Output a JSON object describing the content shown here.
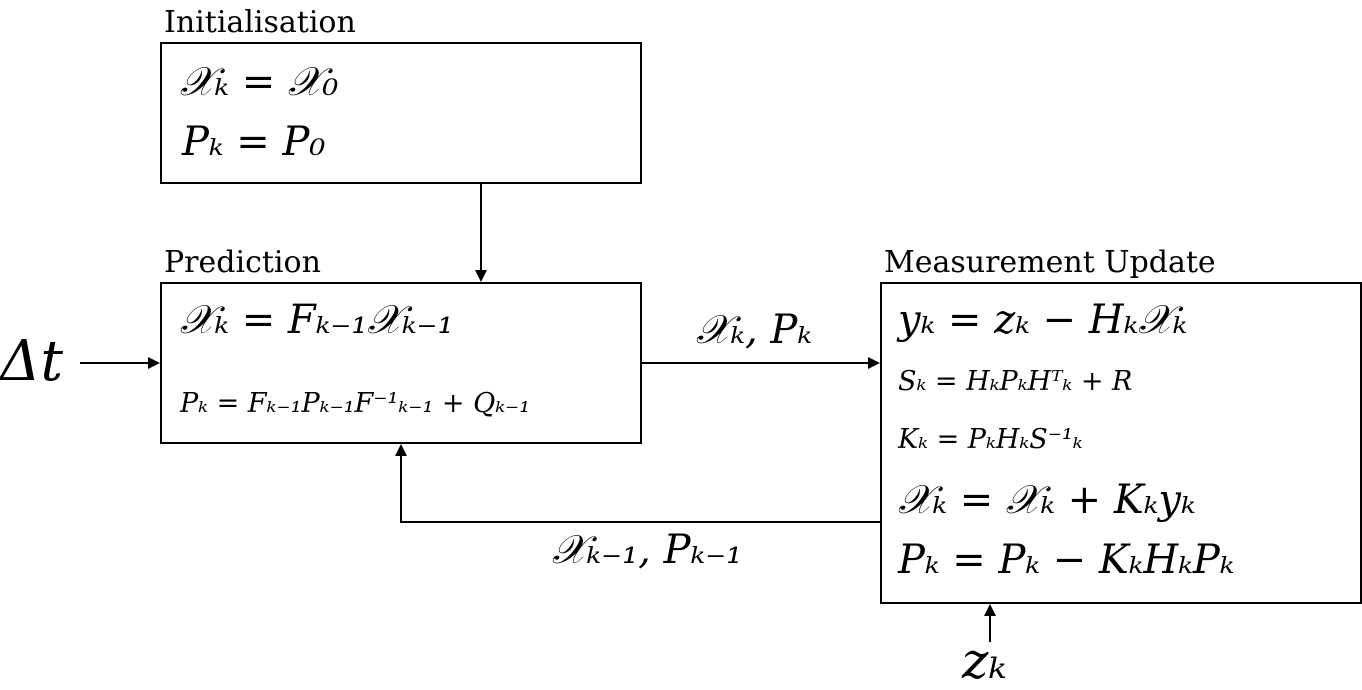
{
  "initialisation": {
    "title": "Initialisation",
    "eq1": "𝒳ₖ = 𝒳₀",
    "eq2": "Pₖ = P₀"
  },
  "prediction": {
    "title": "Prediction",
    "eq1": "𝒳ₖ = Fₖ₋₁𝒳ₖ₋₁",
    "eq2": "Pₖ = Fₖ₋₁Pₖ₋₁F⁻¹ₖ₋₁ + Qₖ₋₁"
  },
  "measurement_update": {
    "title": "Measurement Update",
    "eq1": "yₖ = zₖ − Hₖ𝒳ₖ",
    "eq2": "Sₖ = HₖPₖHᵀₖ + R",
    "eq3": "Kₖ = PₖHₖS⁻¹ₖ",
    "eq4": "𝒳ₖ = 𝒳ₖ + Kₖyₖ",
    "eq5": "Pₖ = Pₖ − KₖHₖPₖ"
  },
  "inputs": {
    "delta_t": "Δt",
    "z_k": "zₖ"
  },
  "edges": {
    "prediction_to_update": "𝒳ₖ, Pₖ",
    "update_to_prediction": "𝒳ₖ₋₁, Pₖ₋₁"
  }
}
